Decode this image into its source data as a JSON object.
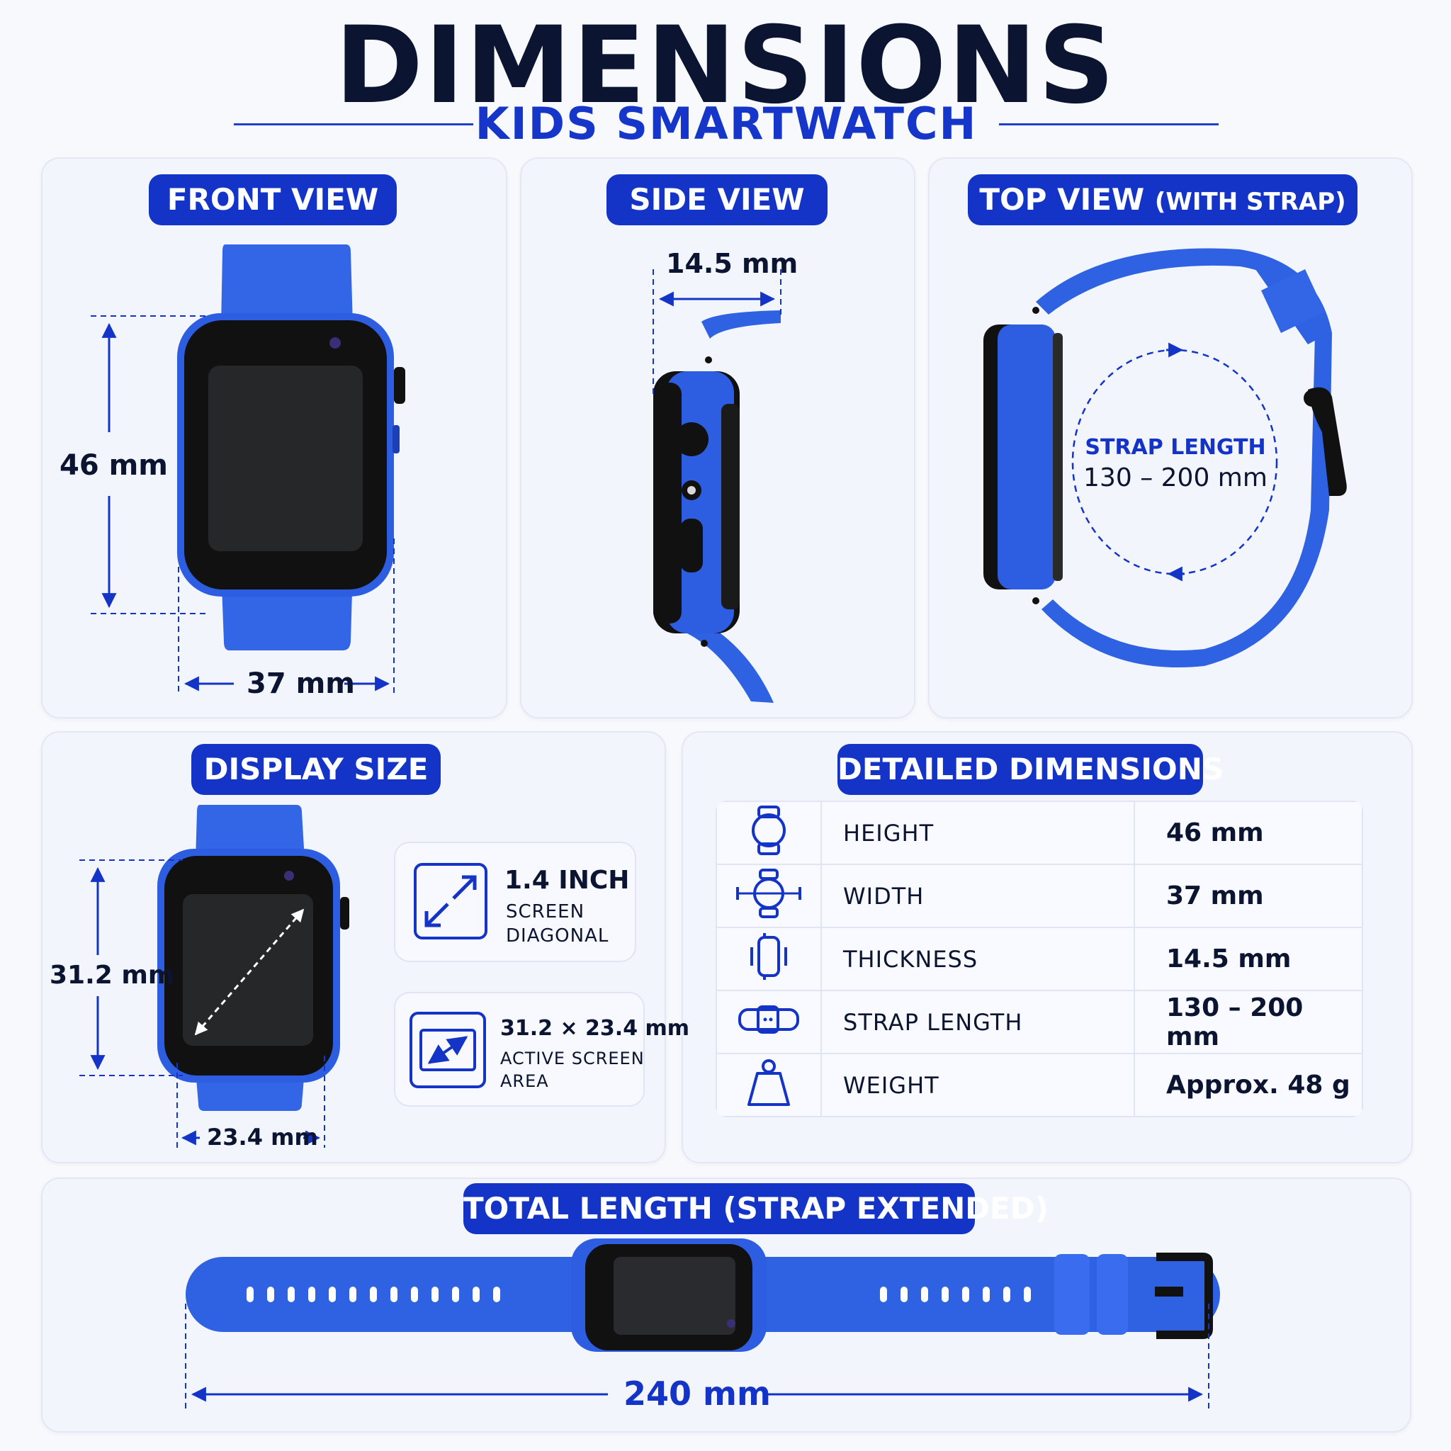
{
  "header": {
    "title": "DIMENSIONS",
    "subtitle": "KIDS SMARTWATCH"
  },
  "front_view": {
    "label": "FRONT VIEW",
    "height": "46 mm",
    "width": "37 mm"
  },
  "side_view": {
    "label": "SIDE VIEW",
    "thickness": "14.5 mm"
  },
  "top_view": {
    "label": "TOP VIEW",
    "label_suffix": "(WITH STRAP)",
    "strap_title": "STRAP LENGTH",
    "strap_value": "130 – 200 mm"
  },
  "display_size": {
    "label": "DISPLAY SIZE",
    "height": "31.2 mm",
    "width": "23.4 mm",
    "diagonal_title": "1.4 INCH",
    "diagonal_line1": "SCREEN",
    "diagonal_line2": "DIAGONAL",
    "area_title": "31.2 × 23.4 mm",
    "area_line1": "ACTIVE SCREEN",
    "area_line2": "AREA"
  },
  "detailed_dimensions": {
    "label": "DETAILED DIMENSIONS",
    "rows": [
      {
        "icon": "watch-height-icon",
        "label": "HEIGHT",
        "value": "46 mm"
      },
      {
        "icon": "watch-width-icon",
        "label": "WIDTH",
        "value": "37 mm"
      },
      {
        "icon": "watch-thickness-icon",
        "label": "THICKNESS",
        "value": "14.5 mm"
      },
      {
        "icon": "strap-icon",
        "label": "STRAP LENGTH",
        "value": "130 – 200 mm"
      },
      {
        "icon": "weight-icon",
        "label": "WEIGHT",
        "value": "Approx. 48 g"
      }
    ]
  },
  "total_length": {
    "label": "TOTAL LENGTH (STRAP EXTENDED)",
    "value": "240 mm"
  },
  "colors": {
    "accent": "#1434c8",
    "strap": "#2f62e3",
    "title": "#0b1431"
  }
}
